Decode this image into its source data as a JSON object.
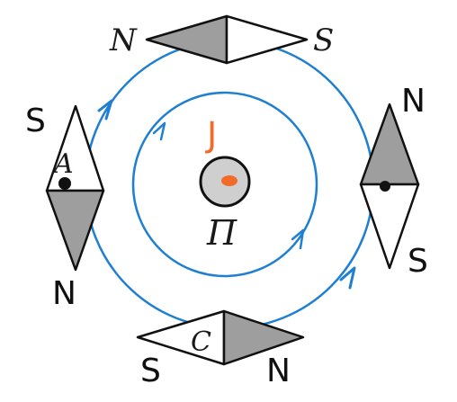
{
  "colors": {
    "field_line": "#1f7fd1",
    "needle_dark": "#9e9e9e",
    "needle_light": "#ffffff",
    "outline": "#111111",
    "conductor_fill": "#cfcfcf",
    "conductor_dot": "#f26b2a",
    "annotation": "#f26b2a"
  },
  "labels": {
    "top_needle_left": "N",
    "top_needle_right": "S",
    "left_needle_top": "S",
    "left_needle_bottom": "N",
    "right_needle_top": "N",
    "right_needle_bottom": "S",
    "bottom_needle_left": "S",
    "bottom_needle_right": "N",
    "point_a": "A",
    "point_c": "C",
    "conductor_label": "П",
    "handwritten_mark": "Ј"
  },
  "icons": {
    "conductor": "conductor-cross-section-icon",
    "compass": "compass-needle-icon",
    "arrow": "field-direction-arrow-icon"
  }
}
